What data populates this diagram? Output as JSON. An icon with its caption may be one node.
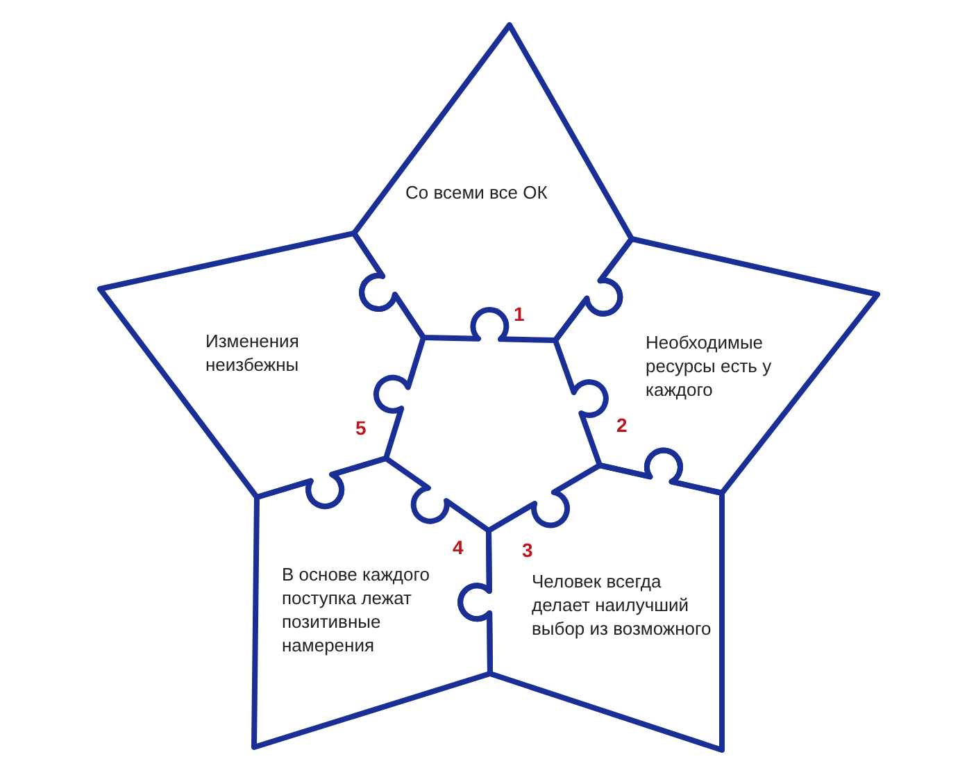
{
  "diagram": {
    "nodes": [
      {
        "text": [
          "Со всеми все ОК",
          "1"
        ]
      },
      {
        "text": [
          "Необходимые ресурсы есть у каждого",
          "2"
        ]
      },
      {
        "text": [
          "3",
          "Человек всегда делает наилучший выбор из возможного"
        ]
      },
      {
        "text": [
          "4",
          "В основе каждого поступка лежат позитивные намерения"
        ]
      },
      {
        "text": [
          "Изменения неизбежны",
          "5"
        ]
      }
    ]
  }
}
